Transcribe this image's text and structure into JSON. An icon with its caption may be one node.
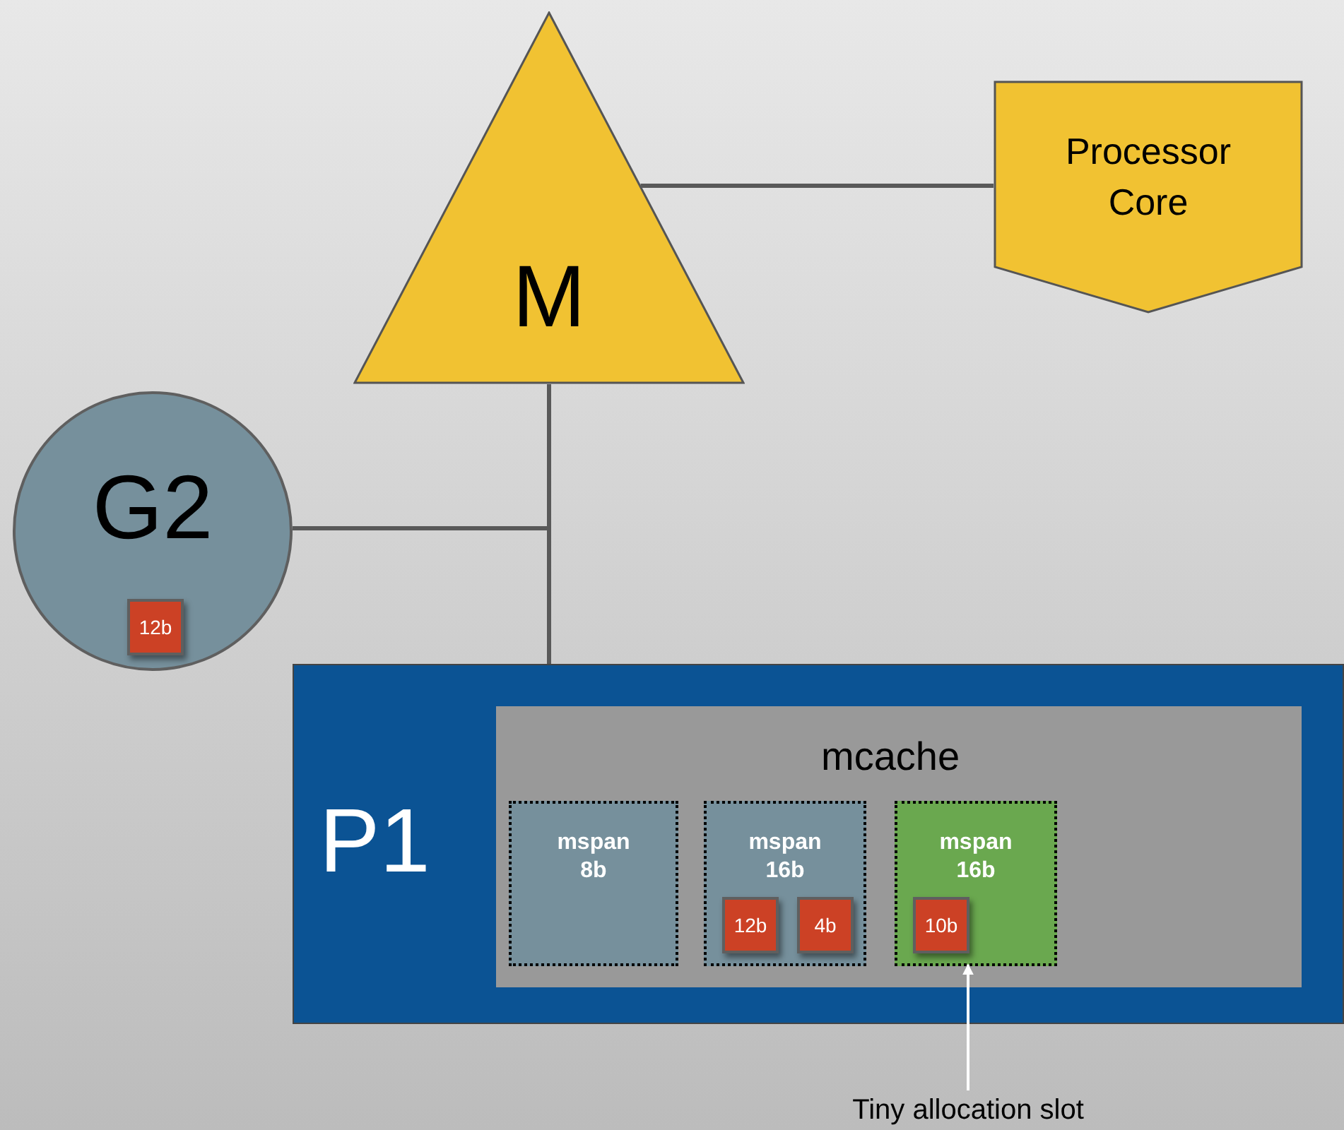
{
  "diagram": {
    "nodes": [
      {
        "text": [
          "M"
        ]
      },
      {
        "text": [
          "Processor Core"
        ]
      },
      {
        "text": [
          "G2"
        ]
      },
      {
        "text": [
          "12b"
        ],
        "in": 2
      },
      {
        "text": [
          "P1"
        ]
      },
      {
        "text": [
          "mcache"
        ],
        "in": 4
      },
      {
        "text": [
          "mspan 8b"
        ],
        "in": 5
      },
      {
        "text": [
          "mspan 16b"
        ],
        "in": 5
      },
      {
        "text": [
          "12b"
        ],
        "in": 7
      },
      {
        "text": [
          "4b"
        ],
        "in": 7
      },
      {
        "text": [
          "mspan 16b"
        ],
        "in": 5
      },
      {
        "text": [
          "10b"
        ],
        "in": 10
      },
      {
        "text": [
          "Tiny allocation slot"
        ]
      }
    ],
    "edges": [
      {
        "from": 0,
        "to": 1,
        "arrow": "none"
      },
      {
        "from": 2,
        "to": 0,
        "arrow": "none"
      },
      {
        "from": 0,
        "to": 4,
        "arrow": "none"
      },
      {
        "from": 12,
        "to": 10,
        "arrow": "to",
        "color": "#ffffff"
      }
    ]
  }
}
